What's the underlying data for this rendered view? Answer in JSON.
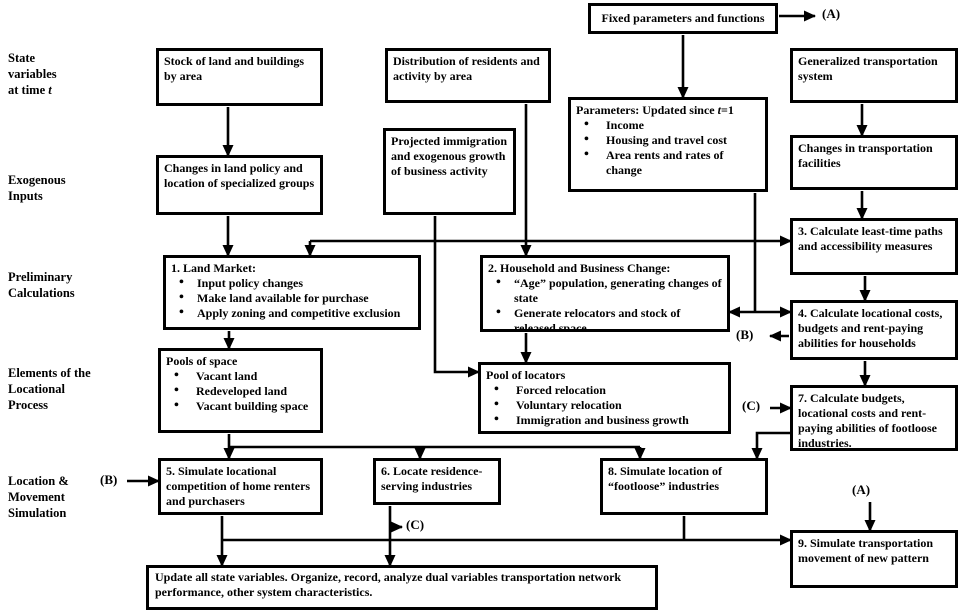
{
  "colors": {
    "ink": "#000000",
    "paper": "#ffffff"
  },
  "side_labels": {
    "state_main": "State\nvariables\nat time ",
    "state_var": "t",
    "exogenous": "Exogenous\nInputs",
    "preliminary": "Preliminary\nCalculations",
    "elements": "Elements of the\nLocational\nProcess",
    "location": "Location &\nMovement\nSimulation"
  },
  "boxes": {
    "fixed_params": {
      "text": "Fixed parameters and functions"
    },
    "stock": {
      "text": "Stock of land and buildings by area"
    },
    "distribution": {
      "text": "Distribution of residents and activity by area"
    },
    "generalized": {
      "text": "Generalized transportation system"
    },
    "parameters": {
      "title_prefix": "Parameters: Updated since ",
      "title_var": "t",
      "title_suffix": "=1",
      "bullets": [
        "Income",
        "Housing and travel cost",
        "Area rents and rates of change"
      ]
    },
    "projected": {
      "text": "Projected immigration and exogenous growth of business activity"
    },
    "changes_land": {
      "text": "Changes in land policy and location of specialized groups"
    },
    "changes_transport": {
      "text": "Changes in transportation facilities"
    },
    "calc3": {
      "text": "3. Calculate least-time paths and accessibility measures"
    },
    "land_market": {
      "title": "1. Land Market:",
      "bullets": [
        "Input policy changes",
        "Make land available for purchase",
        "Apply zoning and competitive exclusion"
      ]
    },
    "household_change": {
      "title": "2. Household and Business Change:",
      "bullets": [
        "“Age” population, generating changes of state",
        "Generate relocators and stock of released space"
      ]
    },
    "calc4": {
      "text": "4. Calculate locational costs, budgets and rent-paying abilities for households"
    },
    "pools_space": {
      "title": "Pools of space",
      "bullets": [
        "Vacant land",
        "Redeveloped land",
        "Vacant building space"
      ]
    },
    "pool_locators": {
      "title": "Pool of locators",
      "bullets": [
        "Forced relocation",
        "Voluntary relocation",
        "Immigration and business growth"
      ]
    },
    "calc7": {
      "text": "7. Calculate budgets, locational costs and rent-paying abilities of footloose industries."
    },
    "sim5": {
      "text": "5. Simulate locational competition of home renters and purchasers"
    },
    "locate6": {
      "text": "6. Locate residence-serving industries"
    },
    "sim8": {
      "text": "8. Simulate location of “footloose” industries"
    },
    "sim9": {
      "text": "9. Simulate transportation movement of new pattern"
    },
    "update": {
      "text": "Update all state variables. Organize, record, analyze dual variables  transportation network performance, other system characteristics."
    }
  },
  "connector_labels": {
    "a_top": "(A)",
    "b_mid": "(B)",
    "c_mid": "(C)",
    "b_left": "(B)",
    "c_bottom": "(C)",
    "a_bottom": "(A)"
  }
}
